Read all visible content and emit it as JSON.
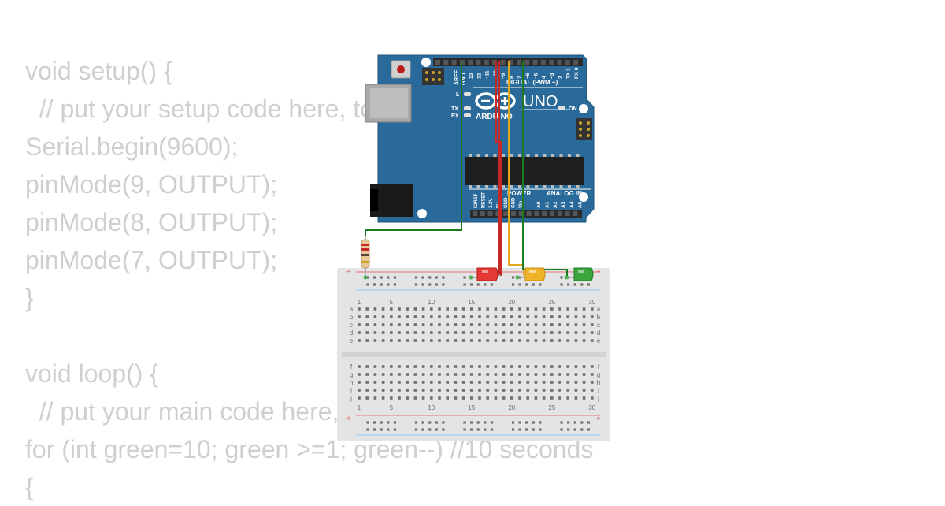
{
  "code_lines": [
    "void setup() {",
    "  // put your setup code here, to run once:",
    "Serial.begin(9600);",
    "pinMode(9, OUTPUT);",
    "pinMode(8, OUTPUT);",
    "pinMode(7, OUTPUT);",
    "}",
    "",
    "void loop() {",
    "  // put your main code here, to run repeatedly:",
    "for (int green=10; green >=1; green--) //10 seconds",
    "{"
  ],
  "arduino": {
    "brand": "ARDUINO",
    "model": "UNO",
    "digital_header": "DIGITAL (PWM ~)",
    "power_header": "POWER",
    "analog_header": "ANALOG IN",
    "on_label": "ON",
    "l_label": "L",
    "tx_label": "TX",
    "rx_label": "RX",
    "aref_label": "AREF",
    "gnd_label": "GND",
    "digital_pins": [
      "13",
      "12",
      "~11",
      "~10",
      "~9",
      "8",
      "7",
      "~6",
      "~5",
      "4",
      "~3",
      "2",
      "TX 1",
      "RX 0"
    ],
    "power_pins": [
      "IOREF",
      "RESET",
      "3.3V",
      "5V",
      "GND",
      "GND",
      "Vin"
    ],
    "analog_pins": [
      "A0",
      "A1",
      "A2",
      "A3",
      "A4",
      "A5"
    ],
    "board_color": "#2a6a9a"
  },
  "breadboard": {
    "column_numbers": [
      "1",
      "5",
      "10",
      "15",
      "20",
      "25",
      "30"
    ],
    "row_letters_top": [
      "a",
      "b",
      "c",
      "d",
      "e"
    ],
    "row_letters_bottom": [
      "f",
      "g",
      "h",
      "i",
      "j"
    ],
    "rail_plus": "+"
  },
  "components": {
    "leds": [
      {
        "name": "red",
        "color": "#e53935"
      },
      {
        "name": "yellow",
        "color": "#f0b429"
      },
      {
        "name": "green",
        "color": "#3aa53a"
      }
    ],
    "wire_colors": {
      "gnd": "#1e7a1e",
      "pin9": "#c62828",
      "pin8": "#e0a81a",
      "pin7": "#1e7a1e"
    }
  }
}
